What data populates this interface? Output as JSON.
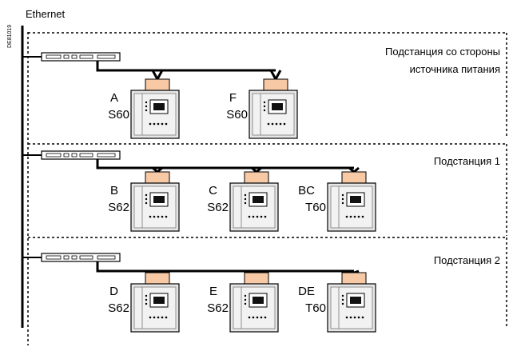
{
  "code": "DE81019",
  "network": {
    "label": "Ethernet"
  },
  "substations": [
    {
      "title_lines": [
        "Подстанция со стороны",
        "источника питания"
      ],
      "devices": [
        {
          "name": "A",
          "model": "S60"
        },
        {
          "name": "F",
          "model": "S60"
        }
      ]
    },
    {
      "title_lines": [
        "Подстанция 1"
      ],
      "devices": [
        {
          "name": "B",
          "model": "S62"
        },
        {
          "name": "C",
          "model": "S62"
        },
        {
          "name": "BC",
          "model": "T60"
        }
      ]
    },
    {
      "title_lines": [
        "Подстанция 2"
      ],
      "devices": [
        {
          "name": "D",
          "model": "S62"
        },
        {
          "name": "E",
          "model": "S62"
        },
        {
          "name": "DE",
          "model": "T60"
        }
      ]
    }
  ],
  "colors": {
    "connector": "#f7c9a5",
    "relay_face": "#e6e6e6",
    "relay_frame": "#bdbdbd"
  }
}
